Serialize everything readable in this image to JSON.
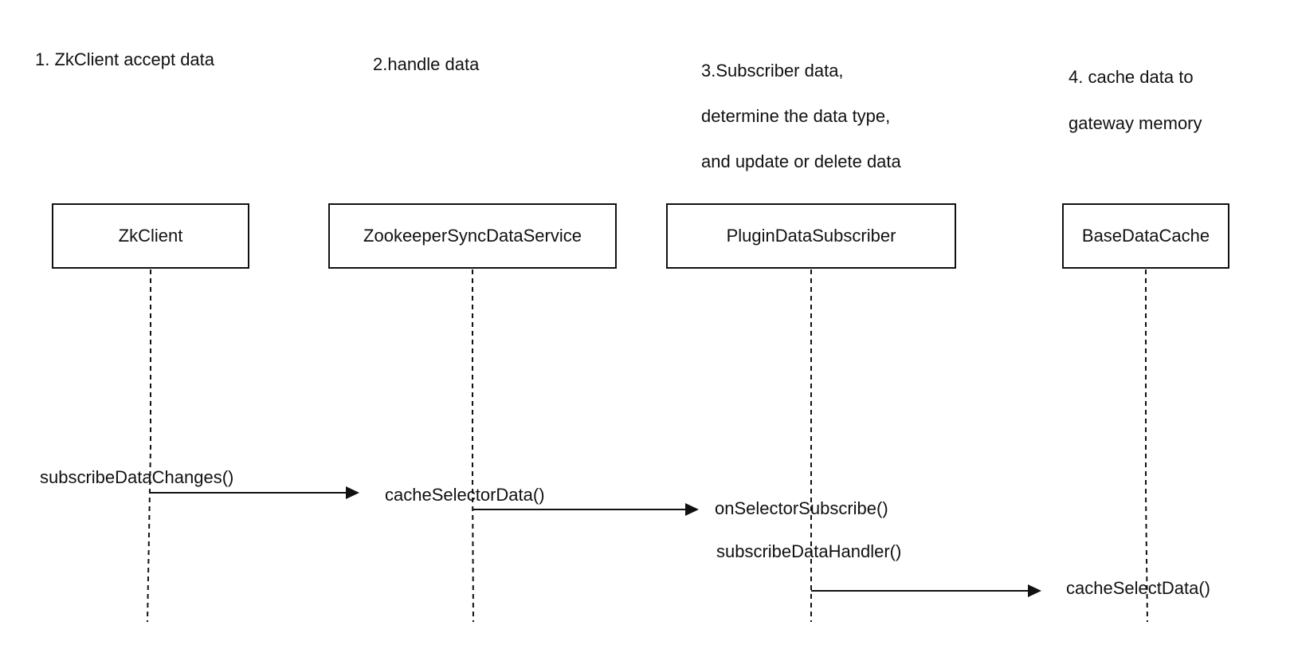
{
  "steps": {
    "step1": [
      "1. ZkClient accept data"
    ],
    "step2": [
      "2.handle data"
    ],
    "step3": [
      "3.Subscriber data,",
      "determine the data type,",
      "and update or delete data"
    ],
    "step4": [
      "4. cache data to",
      "gateway memory"
    ]
  },
  "actors": {
    "zk_client": "ZkClient",
    "zookeeper_sync": "ZookeeperSyncDataService",
    "plugin_subscriber": "PluginDataSubscriber",
    "base_cache": "BaseDataCache"
  },
  "messages": {
    "subscribe_data_changes": "subscribeDataChanges()",
    "cache_selector_data": "cacheSelectorData()",
    "on_selector_subscribe": "onSelectorSubscribe()",
    "subscribe_data_handler": "subscribeDataHandler()",
    "cache_select_data": "cacheSelectData()"
  }
}
